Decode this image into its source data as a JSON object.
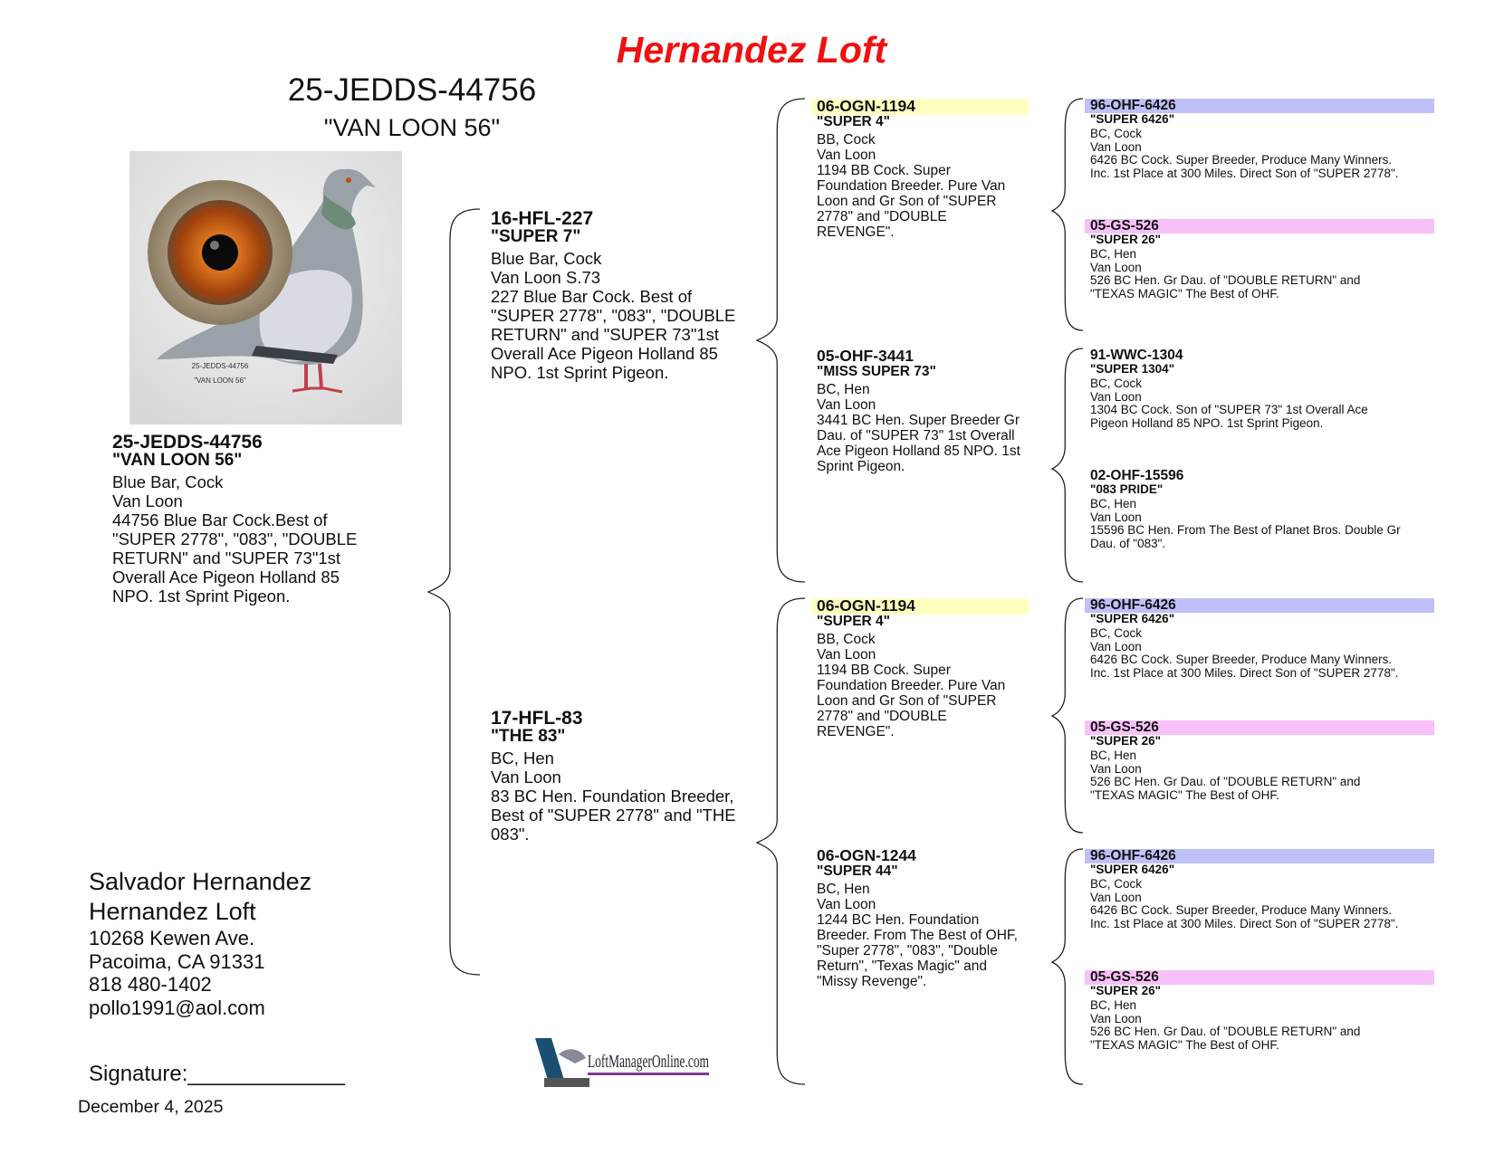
{
  "header": {
    "loft_title": "Hernandez Loft",
    "band": "25-JEDDS-44756",
    "name": "\"VAN LOON 56\""
  },
  "photo": {
    "caption_band": "25-JEDDS-44756",
    "caption_name": "\"VAN LOON 56\""
  },
  "colors": {
    "title": "#f01010",
    "cock_highlight": "#c0c0f8",
    "hen_highlight": "#f8c0f8",
    "yellow_highlight": "#ffffc0"
  },
  "pedigree": [
    {
      "band": "25-JEDDS-44756",
      "name": "\"VAN LOON 56\"",
      "body": "Blue Bar, Cock\nVan Loon\n44756 Blue Bar Cock.Best of\n\"SUPER 2778\", \"083\", \"DOUBLE\nRETURN\" and \"SUPER 73\"1st\nOverall Ace Pigeon Holland 85\nNPO. 1st Sprint Pigeon.",
      "highlight": ""
    },
    {
      "band": "16-HFL-227",
      "name": "\"SUPER 7\"",
      "body": "Blue Bar, Cock\nVan Loon S.73\n227 Blue Bar Cock. Best of\n\"SUPER 2778\", \"083\", \"DOUBLE\nRETURN\" and \"SUPER 73\"1st\nOverall Ace Pigeon Holland 85\nNPO. 1st Sprint Pigeon.",
      "highlight": ""
    },
    {
      "band": "17-HFL-83",
      "name": "\"THE 83\"",
      "body": "BC, Hen\nVan Loon\n83 BC Hen. Foundation Breeder,\nBest of \"SUPER 2778\" and \"THE\n083\".",
      "highlight": ""
    },
    {
      "band": "06-OGN-1194",
      "name": "\"SUPER 4\"",
      "body": "BB, Cock\n Van Loon\n1194 BB Cock. Super\nFoundation Breeder. Pure Van\nLoon and Gr Son of \"SUPER\n2778\" and \"DOUBLE\nREVENGE\".",
      "highlight": "yellow"
    },
    {
      "band": "05-OHF-3441",
      "name": "\"MISS SUPER 73\"",
      "body": "BC, Hen\nVan Loon\n3441 BC Hen. Super Breeder Gr\nDau. of \"SUPER 73\" 1st Overall\nAce Pigeon Holland 85 NPO. 1st\nSprint Pigeon.",
      "highlight": ""
    },
    {
      "band": "06-OGN-1194",
      "name": "\"SUPER 4\"",
      "body": "BB, Cock\n Van Loon\n1194 BB Cock. Super\nFoundation Breeder. Pure Van\nLoon and Gr Son of \"SUPER\n2778\" and \"DOUBLE\nREVENGE\".",
      "highlight": "yellow"
    },
    {
      "band": "06-OGN-1244",
      "name": "\"SUPER 44\"",
      "body": "BC, Hen\nVan Loon\n1244 BC Hen. Foundation\nBreeder. From The Best of OHF,\n\"Super 2778\", \"083\", \"Double\nReturn\", \"Texas Magic\" and\n\"Missy Revenge\".",
      "highlight": ""
    },
    {
      "band": "96-OHF-6426",
      "name": "\"SUPER 6426\"",
      "body": "BC, Cock\n Van Loon\n6426 BC Cock. Super Breeder, Produce Many Winners.\nInc. 1st Place at 300 Miles. Direct Son of \"SUPER 2778\".",
      "highlight": "cock"
    },
    {
      "band": "05-GS-526",
      "name": "\"SUPER 26\"",
      "body": "BC, Hen\nVan Loon\n526 BC Hen. Gr Dau. of \"DOUBLE RETURN\" and\n\"TEXAS MAGIC\" The Best of OHF.",
      "highlight": "hen"
    },
    {
      "band": "91-WWC-1304",
      "name": "\"SUPER 1304\"",
      "body": "BC, Cock\nVan Loon\n1304 BC Cock. Son  of \"SUPER 73\" 1st Overall Ace\nPigeon Holland 85 NPO.  1st Sprint Pigeon.",
      "highlight": ""
    },
    {
      "band": "02-OHF-15596",
      "name": "\"083 PRIDE\"",
      "body": "BC, Hen\nVan Loon\n15596 BC Hen. From The Best of Planet Bros. Double Gr\nDau. of \"083\".",
      "highlight": ""
    },
    {
      "band": "96-OHF-6426",
      "name": "\"SUPER 6426\"",
      "body": "BC, Cock\n Van Loon\n6426 BC Cock. Super Breeder, Produce Many Winners.\nInc. 1st Place at 300 Miles. Direct Son of \"SUPER 2778\".",
      "highlight": "cock"
    },
    {
      "band": "05-GS-526",
      "name": "\"SUPER 26\"",
      "body": "BC, Hen\nVan Loon\n526 BC Hen. Gr Dau. of \"DOUBLE RETURN\" and\n\"TEXAS MAGIC\" The Best of OHF.",
      "highlight": "hen"
    },
    {
      "band": "96-OHF-6426",
      "name": "\"SUPER 6426\"",
      "body": "BC, Cock\n Van Loon\n6426 BC Cock. Super Breeder, Produce Many Winners.\nInc. 1st Place at 300 Miles. Direct Son of \"SUPER 2778\".",
      "highlight": "cock"
    },
    {
      "band": "05-GS-526",
      "name": "\"SUPER 26\"",
      "body": "BC, Hen\nVan Loon\n526 BC Hen. Gr Dau. of \"DOUBLE RETURN\" and\n\"TEXAS MAGIC\" The Best of OHF.",
      "highlight": "hen"
    }
  ],
  "owner": {
    "name": "Salvador Hernandez",
    "loft": "Hernandez Loft",
    "address": "10268 Kewen Ave.",
    "city": "Pacoima, CA 91331",
    "phone": "818 480-1402",
    "email": "pollo1991@aol.com"
  },
  "signature_label": "Signature:_____________",
  "date": "December  4, 2025",
  "logo_text": "LoftManagerOnline.com"
}
